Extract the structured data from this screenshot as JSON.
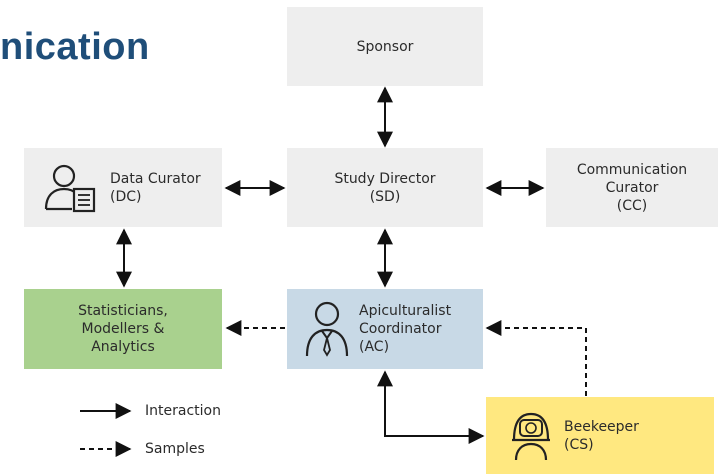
{
  "heading": "nication",
  "nodes": {
    "sponsor": {
      "line1": "Sponsor"
    },
    "study_director": {
      "line1": "Study Director",
      "line2": "(SD)"
    },
    "data_curator": {
      "line1": "Data Curator",
      "line2": "(DC)",
      "icon": "person-document-icon"
    },
    "communication_curator": {
      "line1": "Communication",
      "line2": "Curator",
      "line3": "(CC)"
    },
    "statisticians": {
      "line1": "Statisticians,",
      "line2": "Modellers &",
      "line3": "Analytics",
      "color": "#a9d18e"
    },
    "apiculturalist": {
      "line1": "Apiculturalist",
      "line2": "Coordinator",
      "line3": "(AC)",
      "icon": "person-tie-icon",
      "color": "#c8d9e6"
    },
    "beekeeper": {
      "line1": "Beekeeper",
      "line2": "(CS)",
      "icon": "beekeeper-icon",
      "color": "#ffe880"
    }
  },
  "legend": {
    "interaction": "Interaction",
    "samples": "Samples"
  },
  "colors": {
    "heading": "#1f4e79",
    "box_default": "#eeeeee",
    "arrow": "#111111"
  }
}
